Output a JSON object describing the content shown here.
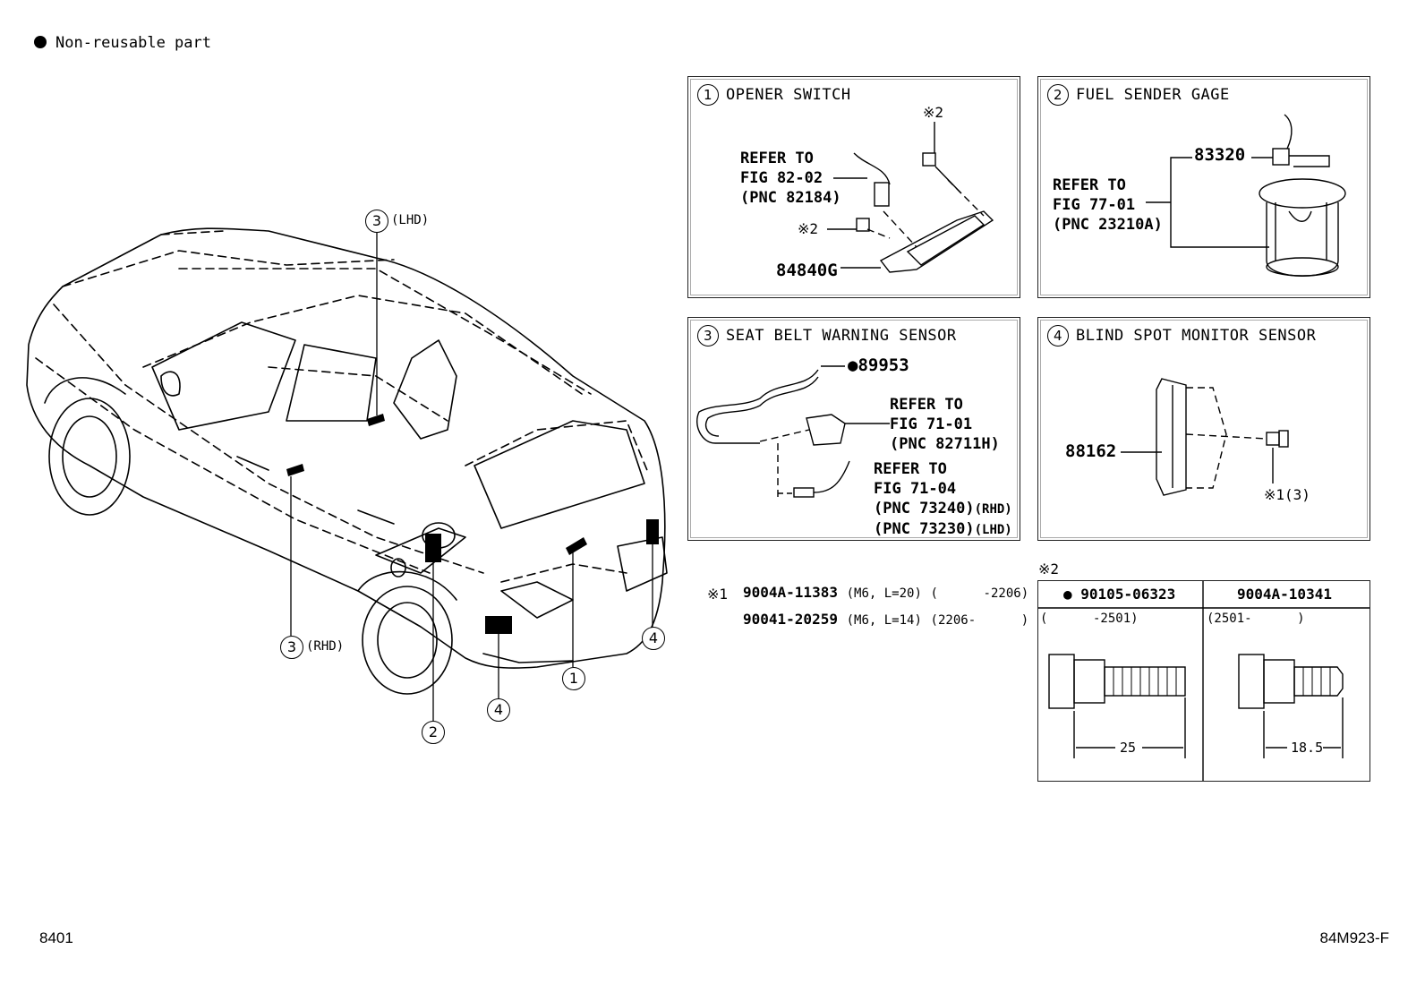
{
  "legend": {
    "symbol": "●",
    "text": "Non-reusable part"
  },
  "callouts": {
    "c1": "1",
    "c2": "2",
    "c3_lhd_num": "3",
    "c3_lhd_tag": "(LHD)",
    "c3_rhd_num": "3",
    "c3_rhd_tag": "(RHD)",
    "c4a": "4",
    "c4b": "4"
  },
  "panels": {
    "opener": {
      "num": "1",
      "title": "OPENER SWITCH",
      "ref": [
        "REFER TO",
        "FIG 82-02",
        "(PNC 82184)"
      ],
      "note_a": "※2",
      "note_b": "※2",
      "part": "84840G"
    },
    "fuel": {
      "num": "2",
      "title": "FUEL SENDER GAGE",
      "ref": [
        "REFER TO",
        "FIG 77-01",
        "(PNC 23210A)"
      ],
      "part": "83320"
    },
    "seat": {
      "num": "3",
      "title": "SEAT BELT WARNING SENSOR",
      "part_symbol": "●",
      "part": "89953",
      "ref1": [
        "REFER TO",
        "FIG 71-01",
        "(PNC 82711H)"
      ],
      "ref2": [
        "REFER TO",
        "FIG 71-04"
      ],
      "ref2_pnc1": "(PNC 73240)",
      "ref2_tag1": "(RHD)",
      "ref2_pnc2": "(PNC 73230)",
      "ref2_tag2": "(LHD)"
    },
    "blind": {
      "num": "4",
      "title": "BLIND SPOT MONITOR SENSOR",
      "part": "88162",
      "note": "※1(3)"
    }
  },
  "note1": {
    "mark": "※1",
    "rows": [
      {
        "part": "9004A-11383",
        "spec": "(M6, L=20)",
        "range": "(      -2206)"
      },
      {
        "part": "90041-20259",
        "spec": "(M6, L=14)",
        "range": "(2206-      )"
      }
    ]
  },
  "note2": {
    "mark": "※2",
    "col1": {
      "symbol": "●",
      "part": "90105-06323",
      "range": "(      -2501)",
      "dim": "25"
    },
    "col2": {
      "part": "9004A-10341",
      "range": "(2501-      )",
      "dim": "18.5"
    }
  },
  "footer": {
    "left": "8401",
    "right": "84M923-F"
  }
}
